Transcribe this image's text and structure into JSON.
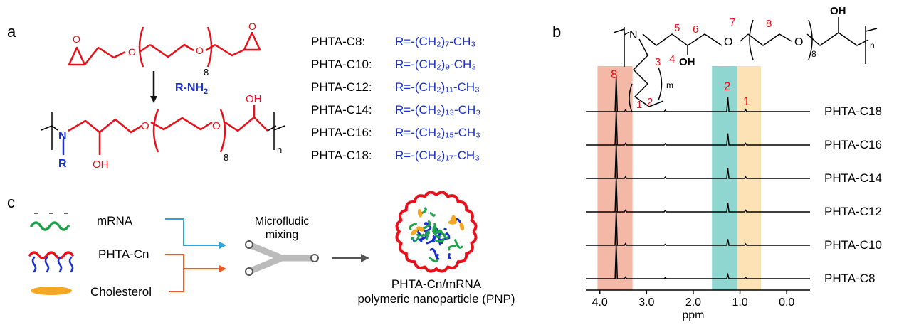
{
  "panel_a": {
    "letter": "a",
    "reagent": "R-NH",
    "reagent_sub": "2",
    "atom_o": "O",
    "atom_n": "N",
    "atom_r": "R",
    "oh": "OH",
    "sub_8": "8",
    "sub_n": "n",
    "rows": [
      {
        "name": "PHTA-C8:",
        "formula": "R=-(CH₂)₇-CH₃"
      },
      {
        "name": "PHTA-C10:",
        "formula": "R=-(CH₂)₉-CH₃"
      },
      {
        "name": "PHTA-C12:",
        "formula": "R=-(CH₂)₁₁-CH₃"
      },
      {
        "name": "PHTA-C14:",
        "formula": "R=-(CH₂)₁₃-CH₃"
      },
      {
        "name": "PHTA-C16:",
        "formula": "R=-(CH₂)₁₅-CH₃"
      },
      {
        "name": "PHTA-C18:",
        "formula": "R=-(CH₂)₁₇-CH₃"
      }
    ]
  },
  "panel_b": {
    "letter": "b",
    "structure": {
      "atom_n": "N",
      "atom_o": "O",
      "oh": "OH",
      "sub_8": "8",
      "sub_n": "n",
      "sub_m": "m",
      "labels": [
        "1",
        "2",
        "3",
        "4",
        "5",
        "6",
        "7",
        "8"
      ]
    },
    "spectra": [
      "PHTA-C18",
      "PHTA-C16",
      "PHTA-C14",
      "PHTA-C12",
      "PHTA-C10",
      "PHTA-C8"
    ],
    "peak_labels": {
      "p8": "8",
      "p2": "2",
      "p1": "1"
    },
    "colors": {
      "band_8": "#f4b9a6",
      "band_2": "#8fd6d1",
      "band_1": "#fde2b5",
      "label": "#e8101a"
    }
  },
  "panel_c": {
    "letter": "c",
    "mrna": "mRNA",
    "polymer": "PHTA-Cn",
    "cholesterol": "Cholesterol",
    "mixing_1": "Microfludic",
    "mixing_2": "mixing",
    "product_1": "PHTA-Cn/mRNA",
    "product_2": "polymeric nanoparticle (PNP)",
    "colors": {
      "mrna": "#1fa34a",
      "polymer_head": "#e8101a",
      "polymer_tail": "#1a2fd0",
      "cholesterol": "#f5a623",
      "arrow_blue": "#2ea3dc",
      "arrow_orange": "#ef5a28"
    }
  },
  "chart_data": {
    "type": "line",
    "title": "",
    "xlabel": "ppm",
    "ylabel": "",
    "xlim": [
      4.3,
      -0.5
    ],
    "x_ticks": [
      4.0,
      3.0,
      2.0,
      1.0,
      0.0
    ],
    "x_tick_labels": [
      "4.0",
      "3.0",
      "2.0",
      "1.0",
      "0.0"
    ],
    "series": [
      {
        "name": "PHTA-C18",
        "peaks": [
          {
            "x": 3.65,
            "y": 1.0
          },
          {
            "x": 1.26,
            "y": 0.42
          },
          {
            "x": 0.88,
            "y": 0.06
          },
          {
            "x": 2.6,
            "y": 0.04
          },
          {
            "x": 3.45,
            "y": 0.05
          }
        ]
      },
      {
        "name": "PHTA-C16",
        "peaks": [
          {
            "x": 3.65,
            "y": 1.0
          },
          {
            "x": 1.26,
            "y": 0.34
          },
          {
            "x": 0.88,
            "y": 0.05
          },
          {
            "x": 2.6,
            "y": 0.04
          },
          {
            "x": 3.45,
            "y": 0.05
          }
        ]
      },
      {
        "name": "PHTA-C14",
        "peaks": [
          {
            "x": 3.65,
            "y": 1.0
          },
          {
            "x": 1.26,
            "y": 0.3
          },
          {
            "x": 0.88,
            "y": 0.05
          },
          {
            "x": 2.6,
            "y": 0.04
          },
          {
            "x": 3.45,
            "y": 0.05
          }
        ]
      },
      {
        "name": "PHTA-C12",
        "peaks": [
          {
            "x": 3.65,
            "y": 1.0
          },
          {
            "x": 1.26,
            "y": 0.26
          },
          {
            "x": 0.88,
            "y": 0.05
          },
          {
            "x": 2.6,
            "y": 0.04
          },
          {
            "x": 3.45,
            "y": 0.05
          }
        ]
      },
      {
        "name": "PHTA-C10",
        "peaks": [
          {
            "x": 3.65,
            "y": 1.0
          },
          {
            "x": 1.26,
            "y": 0.18
          },
          {
            "x": 0.88,
            "y": 0.04
          },
          {
            "x": 2.6,
            "y": 0.03
          },
          {
            "x": 3.45,
            "y": 0.05
          }
        ]
      },
      {
        "name": "PHTA-C8",
        "peaks": [
          {
            "x": 3.65,
            "y": 1.0
          },
          {
            "x": 1.26,
            "y": 0.12
          },
          {
            "x": 0.88,
            "y": 0.04
          },
          {
            "x": 2.6,
            "y": 0.03
          },
          {
            "x": 3.45,
            "y": 0.05
          }
        ]
      }
    ],
    "highlight_bands": [
      {
        "label": "8",
        "x_range": [
          4.05,
          3.3
        ],
        "color": "#f4b9a6"
      },
      {
        "label": "2",
        "x_range": [
          1.6,
          1.05
        ],
        "color": "#8fd6d1"
      },
      {
        "label": "1",
        "x_range": [
          1.05,
          0.55
        ],
        "color": "#fde2b5"
      }
    ]
  }
}
